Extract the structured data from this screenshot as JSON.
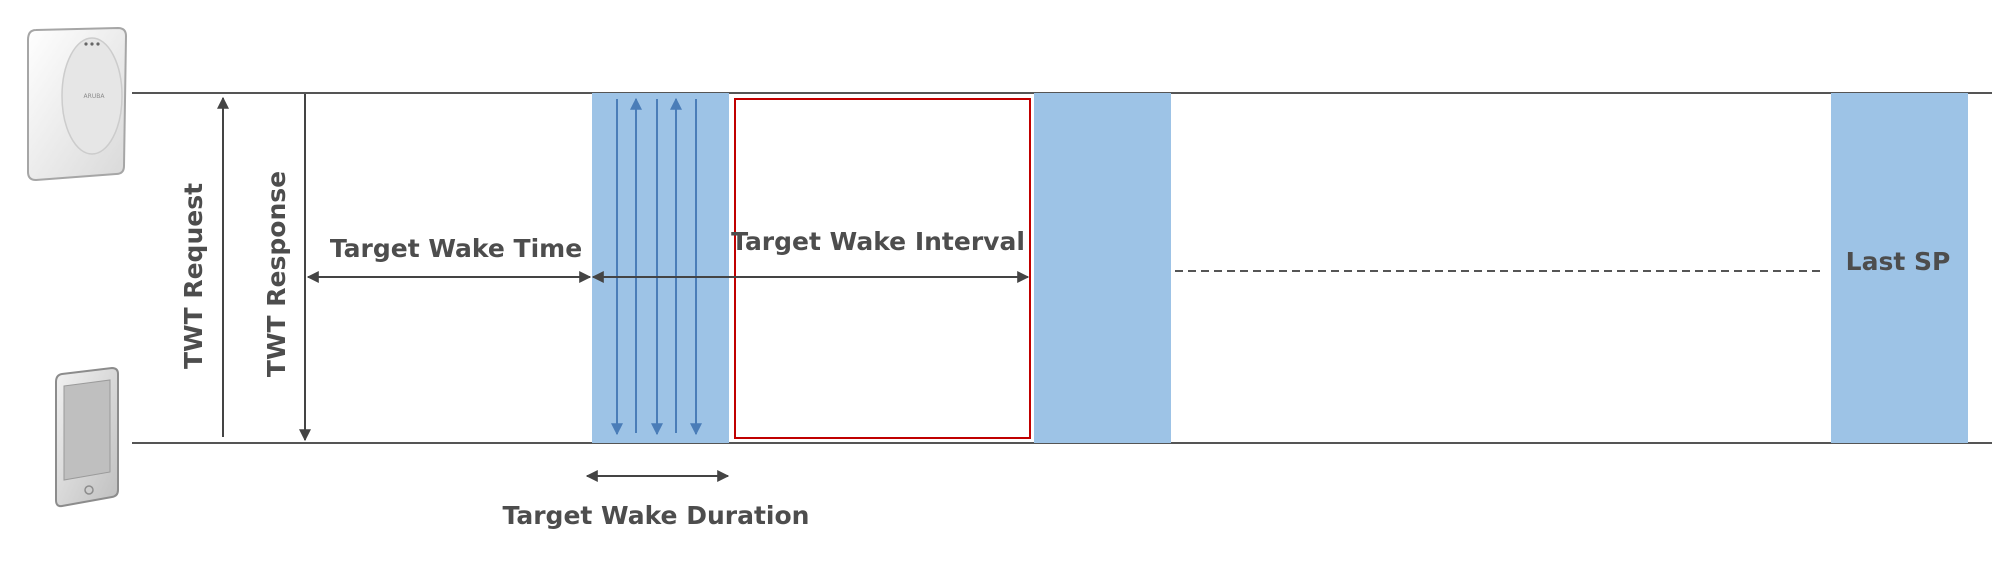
{
  "labels": {
    "twt_request": "TWT Request",
    "twt_response": "TWT Response",
    "target_wake_time": "Target Wake Time",
    "target_wake_interval": "Target Wake Interval",
    "target_wake_duration": "Target Wake Duration",
    "last_sp": "Last SP",
    "ap_brand": "ARUBA"
  },
  "icons": {
    "access_point": "access-point-icon",
    "client_device": "tablet-icon"
  },
  "colors": {
    "service_period": "#9dc3e6",
    "frame_arrow": "#4a7db8",
    "interval_box": "#c00000",
    "line": "#4d4d4d",
    "text": "#4d4d4d"
  }
}
